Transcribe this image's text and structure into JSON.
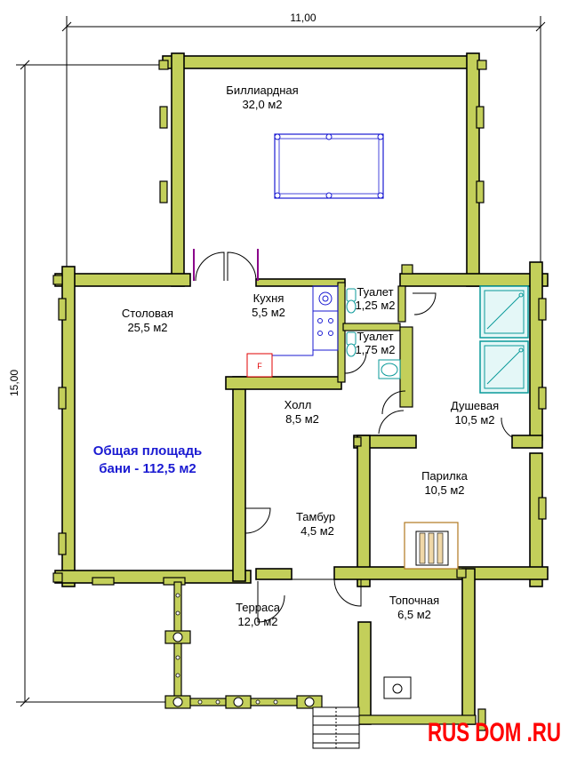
{
  "dimensions": {
    "width": "11,00",
    "height": "15,00"
  },
  "rooms": {
    "billiard": {
      "name": "Биллиардная",
      "area": "32,0 м2"
    },
    "kitchen": {
      "name": "Кухня",
      "area": "5,5 м2"
    },
    "toilet1": {
      "name": "Туалет",
      "area": "1,25 м2"
    },
    "toilet2": {
      "name": "Туалет",
      "area": "1,75 м2"
    },
    "dining": {
      "name": "Столовая",
      "area": "25,5 м2"
    },
    "hall": {
      "name": "Холл",
      "area": "8,5 м2"
    },
    "shower": {
      "name": "Душевая",
      "area": "10,5 м2"
    },
    "steam": {
      "name": "Парилка",
      "area": "10,5 м2"
    },
    "vestibule": {
      "name": "Тамбур",
      "area": "4,5 м2"
    },
    "terrace": {
      "name": "Терраса",
      "area": "12,0 м2"
    },
    "furnace": {
      "name": "Топочная",
      "area": "6,5 м2"
    }
  },
  "total_area": {
    "line1": "Общая площадь",
    "line2": "бани - 112,5 м2"
  },
  "stove_label": "F",
  "watermark": "RUS DOM .RU",
  "colors": {
    "wall": "#c3cf5a",
    "furniture": "#1a1ad2",
    "shower": "#0a9a9a",
    "total_text": "#1a1ad2",
    "watermark": "#ff0000"
  }
}
